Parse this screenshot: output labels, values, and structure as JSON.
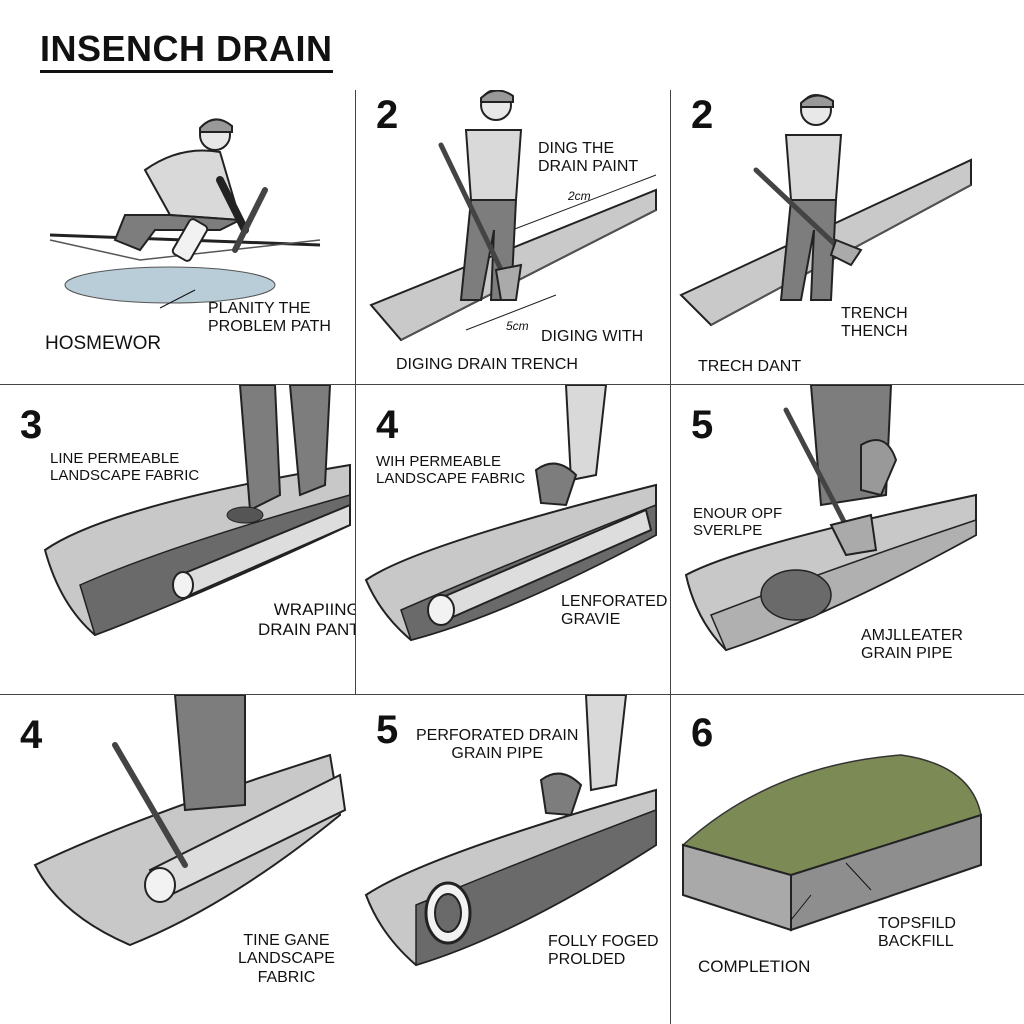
{
  "title": "INSENCH DRAIN",
  "panels": [
    {
      "number": "",
      "labels": [
        "PLANITY THE\nPROBLEM PATH",
        "HOSMEWOR"
      ]
    },
    {
      "number": "2",
      "labels": [
        "DING THE\nDRAIN PAINT",
        "2cm",
        "5cm",
        "DIGING WITH",
        "DIGING DRAIN TRENCH"
      ]
    },
    {
      "number": "2",
      "labels": [
        "TRENCH\nTHENCH",
        "TRECH DANT"
      ]
    },
    {
      "number": "3",
      "labels": [
        "LINE PERMEABLE\nLANDSCAPE FABRIC",
        "WRAPIING\nDRAIN PANT"
      ]
    },
    {
      "number": "4",
      "labels": [
        "WIH PERMEABLE\nLANDSCAPE FABRIC",
        "LENFORATED\nGRAVIE"
      ]
    },
    {
      "number": "5",
      "labels": [
        "ENOUR OPF\nSVERLPE",
        "AMJLLEATER\nGRAIN PIPE"
      ]
    },
    {
      "number": "4",
      "labels": [
        "TINE GANE\nLANDSCAPE\nFABRIC"
      ]
    },
    {
      "number": "5",
      "labels": [
        "PERFORATED DRAIN\nGRAIN PIPE",
        "FOLLY FOGED\nPROLDED"
      ]
    },
    {
      "number": "6",
      "labels": [
        "TOPSFILD\nBACKFILL",
        "COMPLETION"
      ]
    }
  ],
  "icons": {
    "worker": "worker-figure-icon",
    "shovel": "shovel-icon",
    "pipe": "perforated-pipe-icon",
    "gravel": "gravel-icon",
    "grass": "grass-turf-icon"
  },
  "colors": {
    "ink": "#111111",
    "shirt": "#d9d9d9",
    "pants": "#7d7d7d",
    "fabric": "#c8c8c8",
    "gravel": "#6a6a6a",
    "water": "#b9cdd8",
    "grass": "#7c8a55",
    "soil": "#9a9a9a"
  }
}
